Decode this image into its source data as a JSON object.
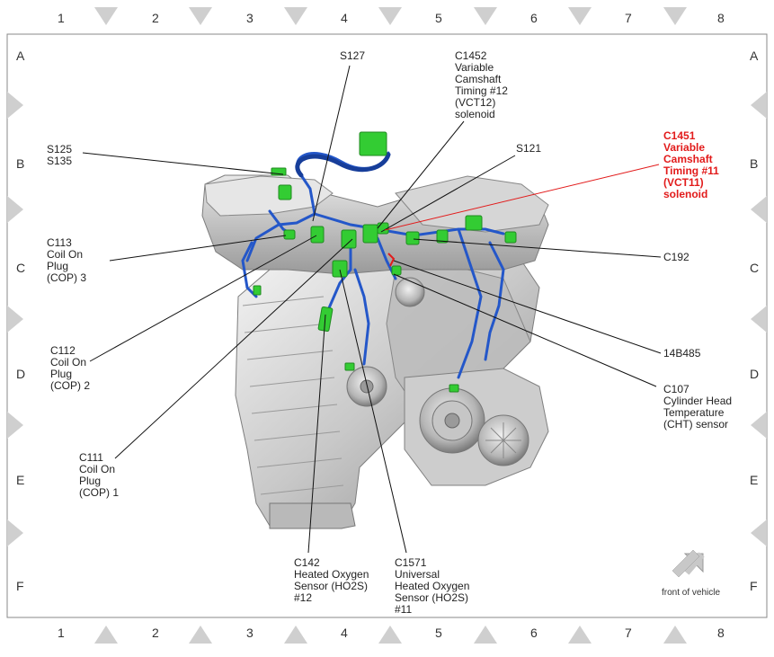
{
  "grid": {
    "columns": [
      "1",
      "2",
      "3",
      "4",
      "5",
      "6",
      "7",
      "8"
    ],
    "rows": [
      "A",
      "B",
      "C",
      "D",
      "E",
      "F"
    ]
  },
  "callouts": {
    "s127": "S127",
    "c1452": "C1452\nVariable\nCamshaft\nTiming #12\n(VCT12)\nsolenoid",
    "s125": "S125\nS135",
    "c1451": "C1451\nVariable\nCamshaft\nTiming #11\n(VCT11)\nsolenoid",
    "s121": "S121",
    "c113": "C113\nCoil On\nPlug\n(COP) 3",
    "c192": "C192",
    "c112": "C112\nCoil On\nPlug\n(COP) 2",
    "b14b485": "14B485",
    "c107": "C107\nCylinder Head\nTemperature\n(CHT) sensor",
    "c111": "C111\nCoil On\nPlug\n(COP) 1",
    "c142": "C142\nHeated Oxygen\nSensor (HO2S)\n#12",
    "c1571": "C1571\nUniversal\nHeated Oxygen\nSensor (HO2S)\n#11"
  },
  "orientation": {
    "label": "front of vehicle"
  },
  "colors": {
    "highlight": "#e21b1b",
    "connector": "#33cc33",
    "harness": "#2457c9",
    "engine": "#c9c9c9"
  }
}
